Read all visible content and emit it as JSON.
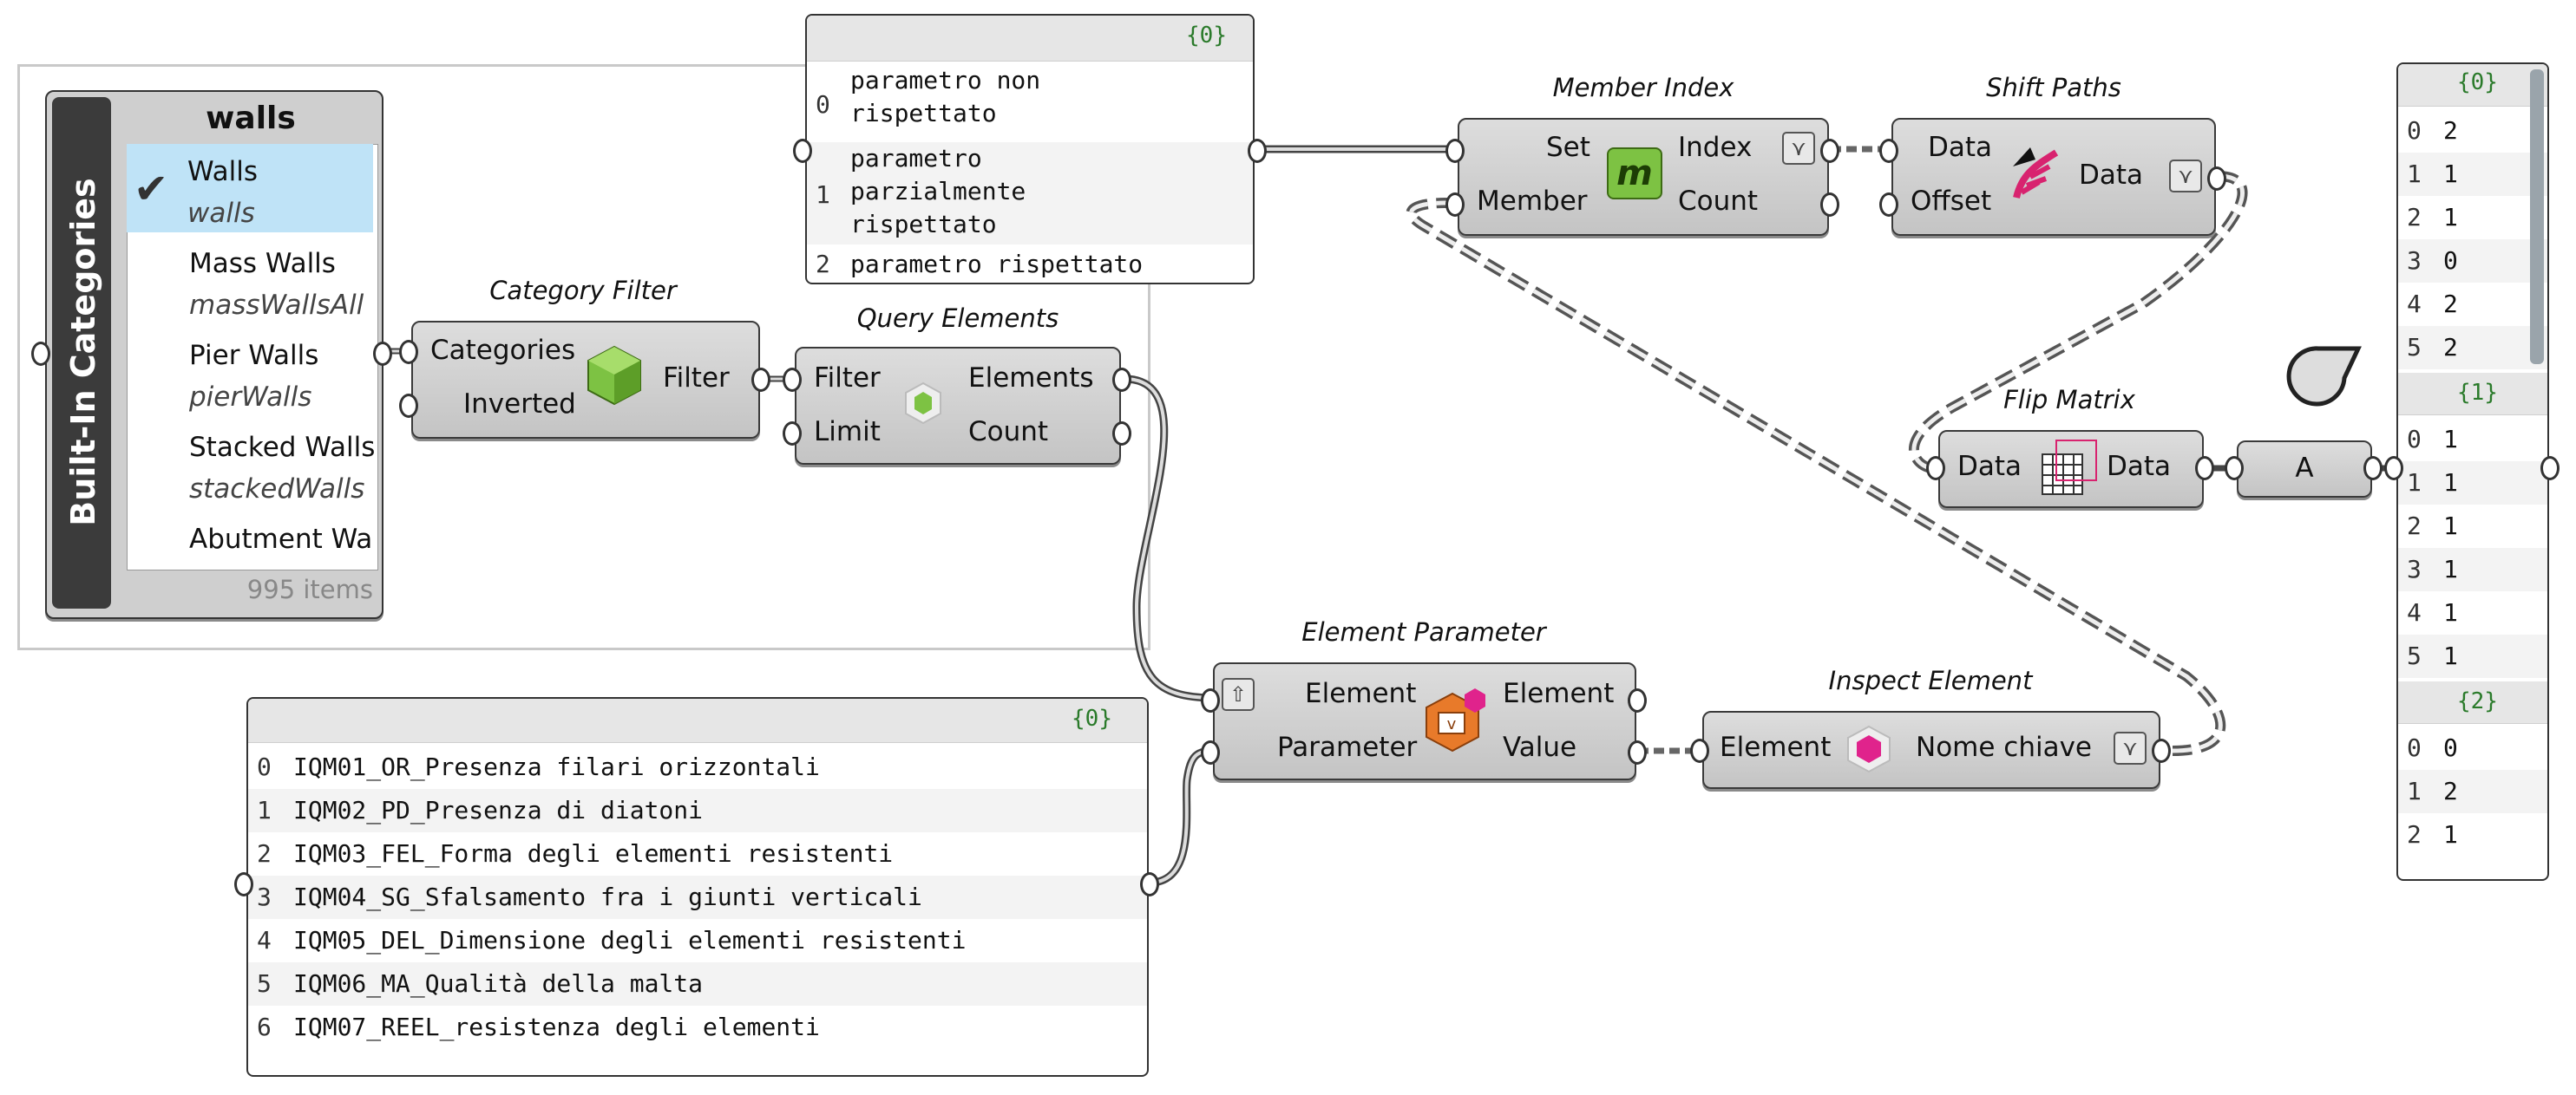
{
  "builtin_categories": {
    "side_label": "Built-In Categories",
    "header": "walls",
    "items": [
      {
        "name": "Walls",
        "sub": "walls",
        "selected": true
      },
      {
        "name": "Mass Walls",
        "sub": "massWallsAll"
      },
      {
        "name": "Pier Walls",
        "sub": "pierWalls"
      },
      {
        "name": "Stacked Walls",
        "sub": "stackedWalls"
      },
      {
        "name": "Abutment Wa",
        "sub": ""
      }
    ],
    "count": "995 items"
  },
  "category_filter": {
    "title": "Category Filter",
    "in1": "Categories",
    "in2": "Inverted",
    "out1": "Filter"
  },
  "query_elements": {
    "title": "Query Elements",
    "in1": "Filter",
    "in2": "Limit",
    "out1": "Elements",
    "out2": "Count"
  },
  "top_panel": {
    "path": "{0}",
    "rows": [
      {
        "i": "0",
        "lines": [
          "parametro non",
          "rispettato"
        ]
      },
      {
        "i": "1",
        "lines": [
          "parametro",
          "parzialmente",
          "rispettato"
        ]
      },
      {
        "i": "2",
        "lines": [
          "parametro rispettato"
        ]
      }
    ]
  },
  "member_index": {
    "title": "Member Index",
    "in1": "Set",
    "in2": "Member",
    "out1": "Index",
    "out2": "Count",
    "glyph": "m"
  },
  "shift_paths": {
    "title": "Shift Paths",
    "in1": "Data",
    "in2": "Offset",
    "out1": "Data"
  },
  "flip_matrix": {
    "title": "Flip Matrix",
    "in1": "Data",
    "out1": "Data"
  },
  "relay": {
    "label": "A"
  },
  "element_parameter": {
    "title": "Element Parameter",
    "in1": "Element",
    "in2": "Parameter",
    "out1": "Element",
    "out2": "Value"
  },
  "inspect_element": {
    "title": "Inspect Element",
    "in1": "Element",
    "out1": "Nome chiave"
  },
  "bottom_panel": {
    "path": "{0}",
    "rows": [
      {
        "i": "0",
        "v": "IQM01_OR_Presenza filari orizzontali"
      },
      {
        "i": "1",
        "v": "IQM02_PD_Presenza di diatoni"
      },
      {
        "i": "2",
        "v": "IQM03_FEL_Forma degli elementi resistenti"
      },
      {
        "i": "3",
        "v": "IQM04_SG_Sfalsamento fra i giunti verticali"
      },
      {
        "i": "4",
        "v": "IQM05_DEL_Dimensione degli elementi resistenti"
      },
      {
        "i": "5",
        "v": "IQM06_MA_Qualità della malta"
      },
      {
        "i": "6",
        "v": "IQM07_REEL_resistenza degli elementi"
      }
    ]
  },
  "right_panel": {
    "branches": [
      {
        "path": "{0}",
        "rows": [
          [
            "0",
            "2"
          ],
          [
            "1",
            "1"
          ],
          [
            "2",
            "1"
          ],
          [
            "3",
            "0"
          ],
          [
            "4",
            "2"
          ],
          [
            "5",
            "2"
          ]
        ]
      },
      {
        "path": "{1}",
        "rows": [
          [
            "0",
            "1"
          ],
          [
            "1",
            "1"
          ],
          [
            "2",
            "1"
          ],
          [
            "3",
            "1"
          ],
          [
            "4",
            "1"
          ],
          [
            "5",
            "1"
          ]
        ]
      },
      {
        "path": "{2}",
        "rows": [
          [
            "0",
            "0"
          ],
          [
            "1",
            "2"
          ],
          [
            "2",
            "1"
          ]
        ]
      }
    ]
  },
  "colors": {
    "node_bg": "#d0d0d0",
    "panel_green": "#2a7a2a",
    "selected": "#bfe3f7",
    "accent_green": "#7dc243",
    "pink": "#e0238c"
  }
}
